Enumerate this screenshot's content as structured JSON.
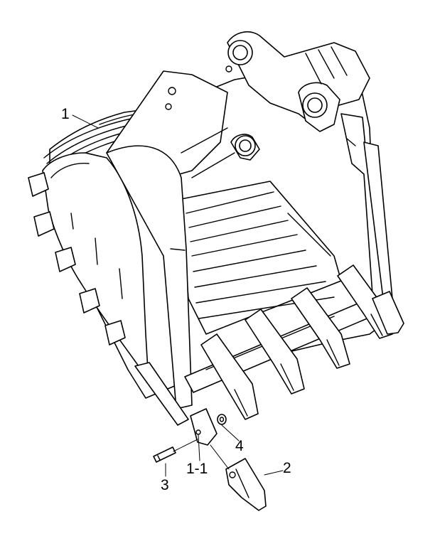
{
  "callouts": {
    "bucket": "1",
    "adapter": "1-1",
    "tooth": "2",
    "pin": "3",
    "retainer": "4"
  },
  "colors": {
    "line": "#000000",
    "background": "#ffffff"
  }
}
